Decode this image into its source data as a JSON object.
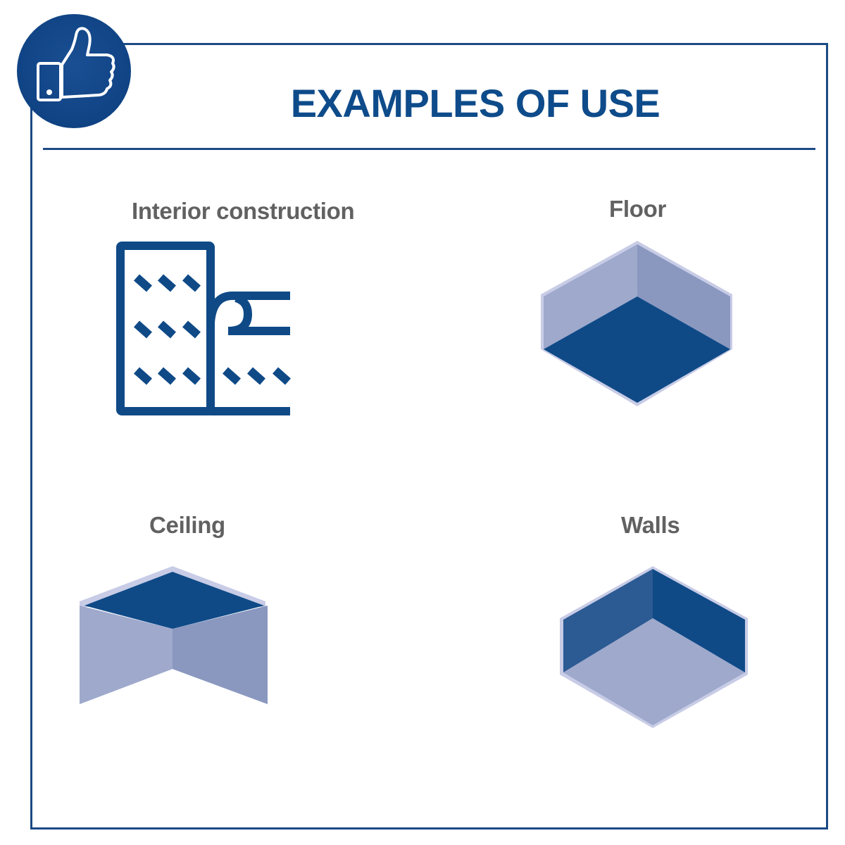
{
  "header": {
    "title": "EXAMPLES OF USE",
    "badge_icon": "thumbs-up-icon"
  },
  "examples": [
    {
      "label": "Interior construction",
      "icon": "interior-construction-icon"
    },
    {
      "label": "Floor",
      "icon": "floor-icon"
    },
    {
      "label": "Ceiling",
      "icon": "ceiling-icon"
    },
    {
      "label": "Walls",
      "icon": "walls-icon"
    }
  ],
  "colors": {
    "primary": "#0e4b8a",
    "frame": "#1c4a85",
    "label": "#616161",
    "surface_dark": "#0f4a87",
    "surface_mid": "#2c5a93",
    "surface_light": "#9ea9cc",
    "surface_lighter": "#8a98c0",
    "edge": "#c8cce6"
  }
}
